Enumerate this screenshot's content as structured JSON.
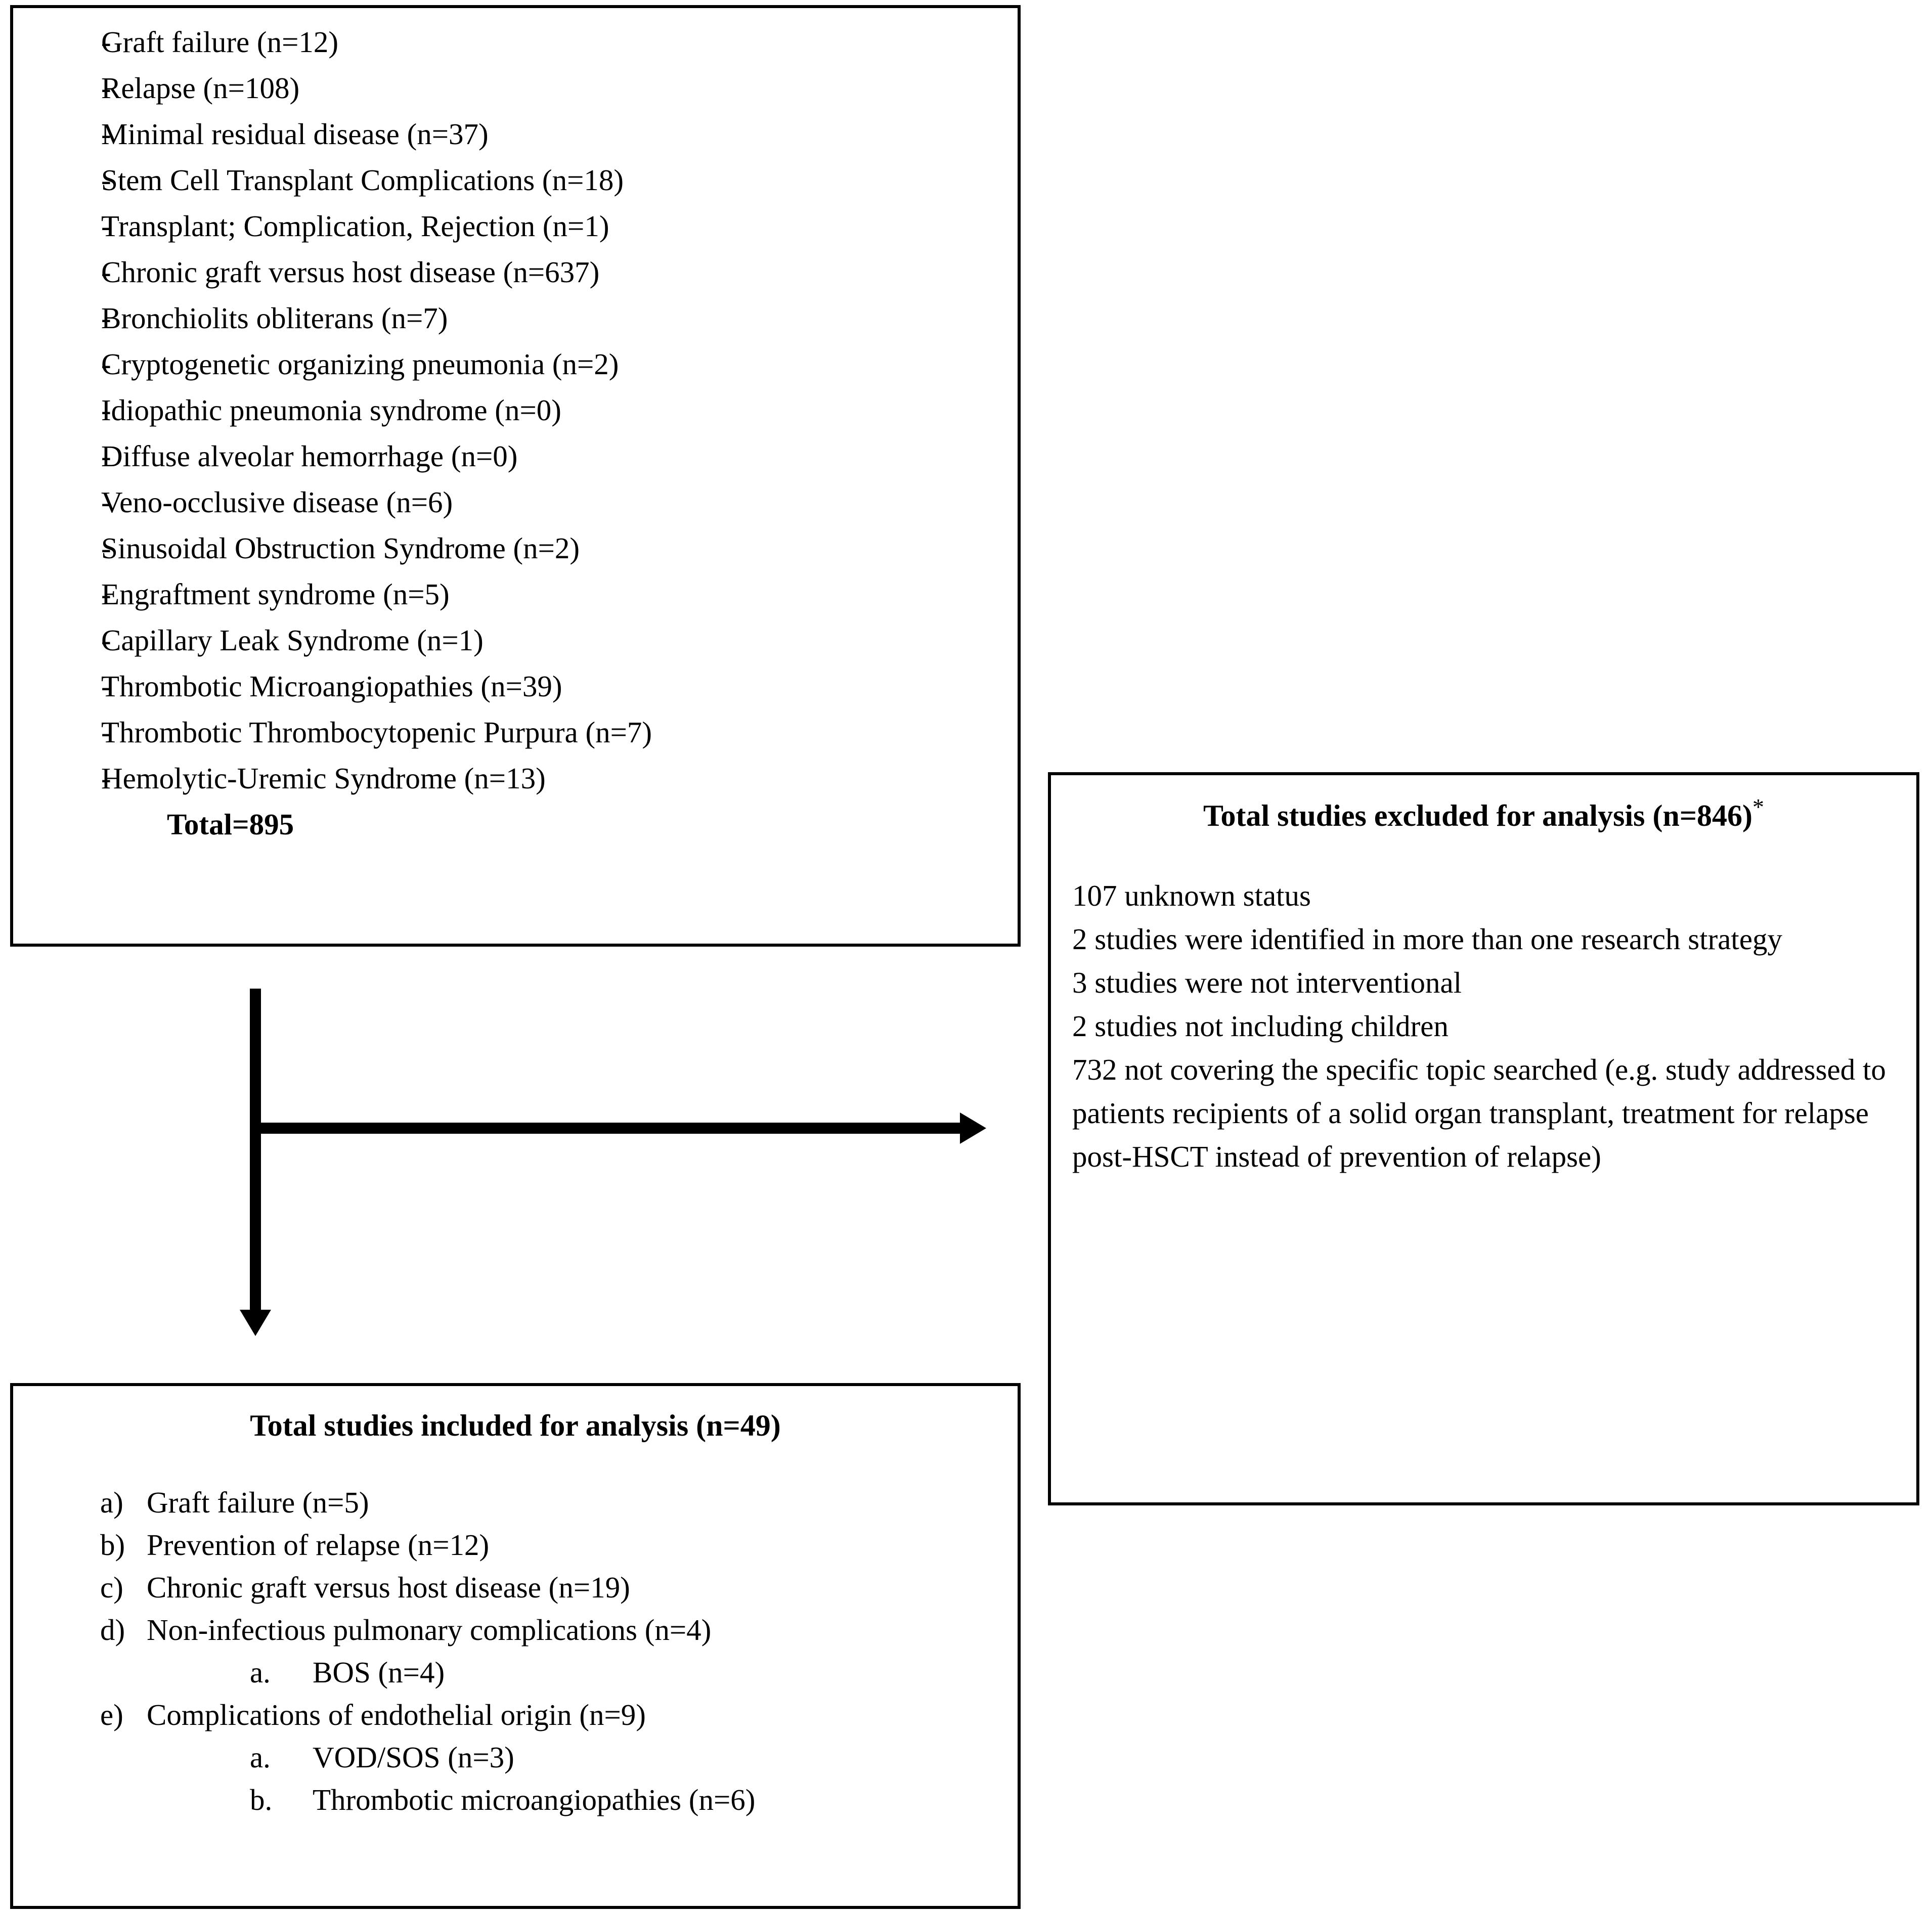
{
  "diagram": {
    "title": "Study selection flow diagram",
    "line_color": "#000000",
    "background_color": "#ffffff"
  },
  "sources_box": {
    "items": [
      {
        "marker": "-",
        "label": "Graft failure (n=12)"
      },
      {
        "marker": "-",
        "label": "Relapse (n=108)"
      },
      {
        "marker": "-",
        "label": "Minimal residual disease (n=37)"
      },
      {
        "marker": "-",
        "label": "Stem Cell Transplant Complications (n=18)"
      },
      {
        "marker": "-",
        "label": "Transplant; Complication, Rejection (n=1)"
      },
      {
        "marker": "-",
        "label": "Chronic graft versus host disease (n=637)"
      },
      {
        "marker": "-",
        "label": "Bronchiolits obliterans (n=7)"
      },
      {
        "marker": "-",
        "label": "Cryptogenetic organizing pneumonia (n=2)"
      },
      {
        "marker": "-",
        "label": "Idiopathic pneumonia syndrome (n=0)"
      },
      {
        "marker": "-",
        "label": "Diffuse alveolar hemorrhage (n=0)"
      },
      {
        "marker": "-",
        "label": "Veno-occlusive disease (n=6)"
      },
      {
        "marker": "-",
        "label": "Sinusoidal Obstruction Syndrome (n=2)"
      },
      {
        "marker": "-",
        "label": "Engraftment syndrome (n=5)"
      },
      {
        "marker": "-",
        "label": "Capillary Leak Syndrome (n=1)"
      },
      {
        "marker": "-",
        "label": "Thrombotic Microangiopathies (n=39)"
      },
      {
        "marker": "-",
        "label": "Thrombotic Thrombocytopenic Purpura (n=7)"
      },
      {
        "marker": "-",
        "label": "Hemolytic-Uremic Syndrome (n=13)"
      }
    ],
    "total_label": "Total=895",
    "total_value": 895
  },
  "excluded_box": {
    "title": "Total studies excluded for analysis (n=846)",
    "title_marker": "*",
    "total_value": 846,
    "reasons": [
      "107 unknown status",
      "2 studies were identified in more than one research strategy",
      "3 studies were not interventional",
      "2 studies not including children",
      "732 not covering the specific topic searched (e.g. study addressed to patients recipients of a solid organ transplant, treatment for relapse post-HSCT instead of prevention of relapse)"
    ]
  },
  "included_box": {
    "title": "Total studies included for analysis (n=49)",
    "total_value": 49,
    "items": [
      {
        "level": 1,
        "marker": "a)",
        "label": "Graft failure (n=5)"
      },
      {
        "level": 1,
        "marker": "b)",
        "label": "Prevention of relapse (n=12)"
      },
      {
        "level": 1,
        "marker": "c)",
        "label": "Chronic graft versus host disease (n=19)"
      },
      {
        "level": 1,
        "marker": "d)",
        "label": "Non-infectious pulmonary complications (n=4)"
      },
      {
        "level": 2,
        "marker": "a.",
        "label": "BOS (n=4)"
      },
      {
        "level": 1,
        "marker": "e)",
        "label": "Complications of endothelial origin (n=9)"
      },
      {
        "level": 2,
        "marker": "a.",
        "label": "VOD/SOS (n=3)"
      },
      {
        "level": 2,
        "marker": "b.",
        "label": "Thrombotic microangiopathies (n=6)"
      }
    ]
  },
  "connectors": {
    "vertical_label": "flow-down-to-included",
    "horizontal_label": "flow-right-to-excluded"
  }
}
